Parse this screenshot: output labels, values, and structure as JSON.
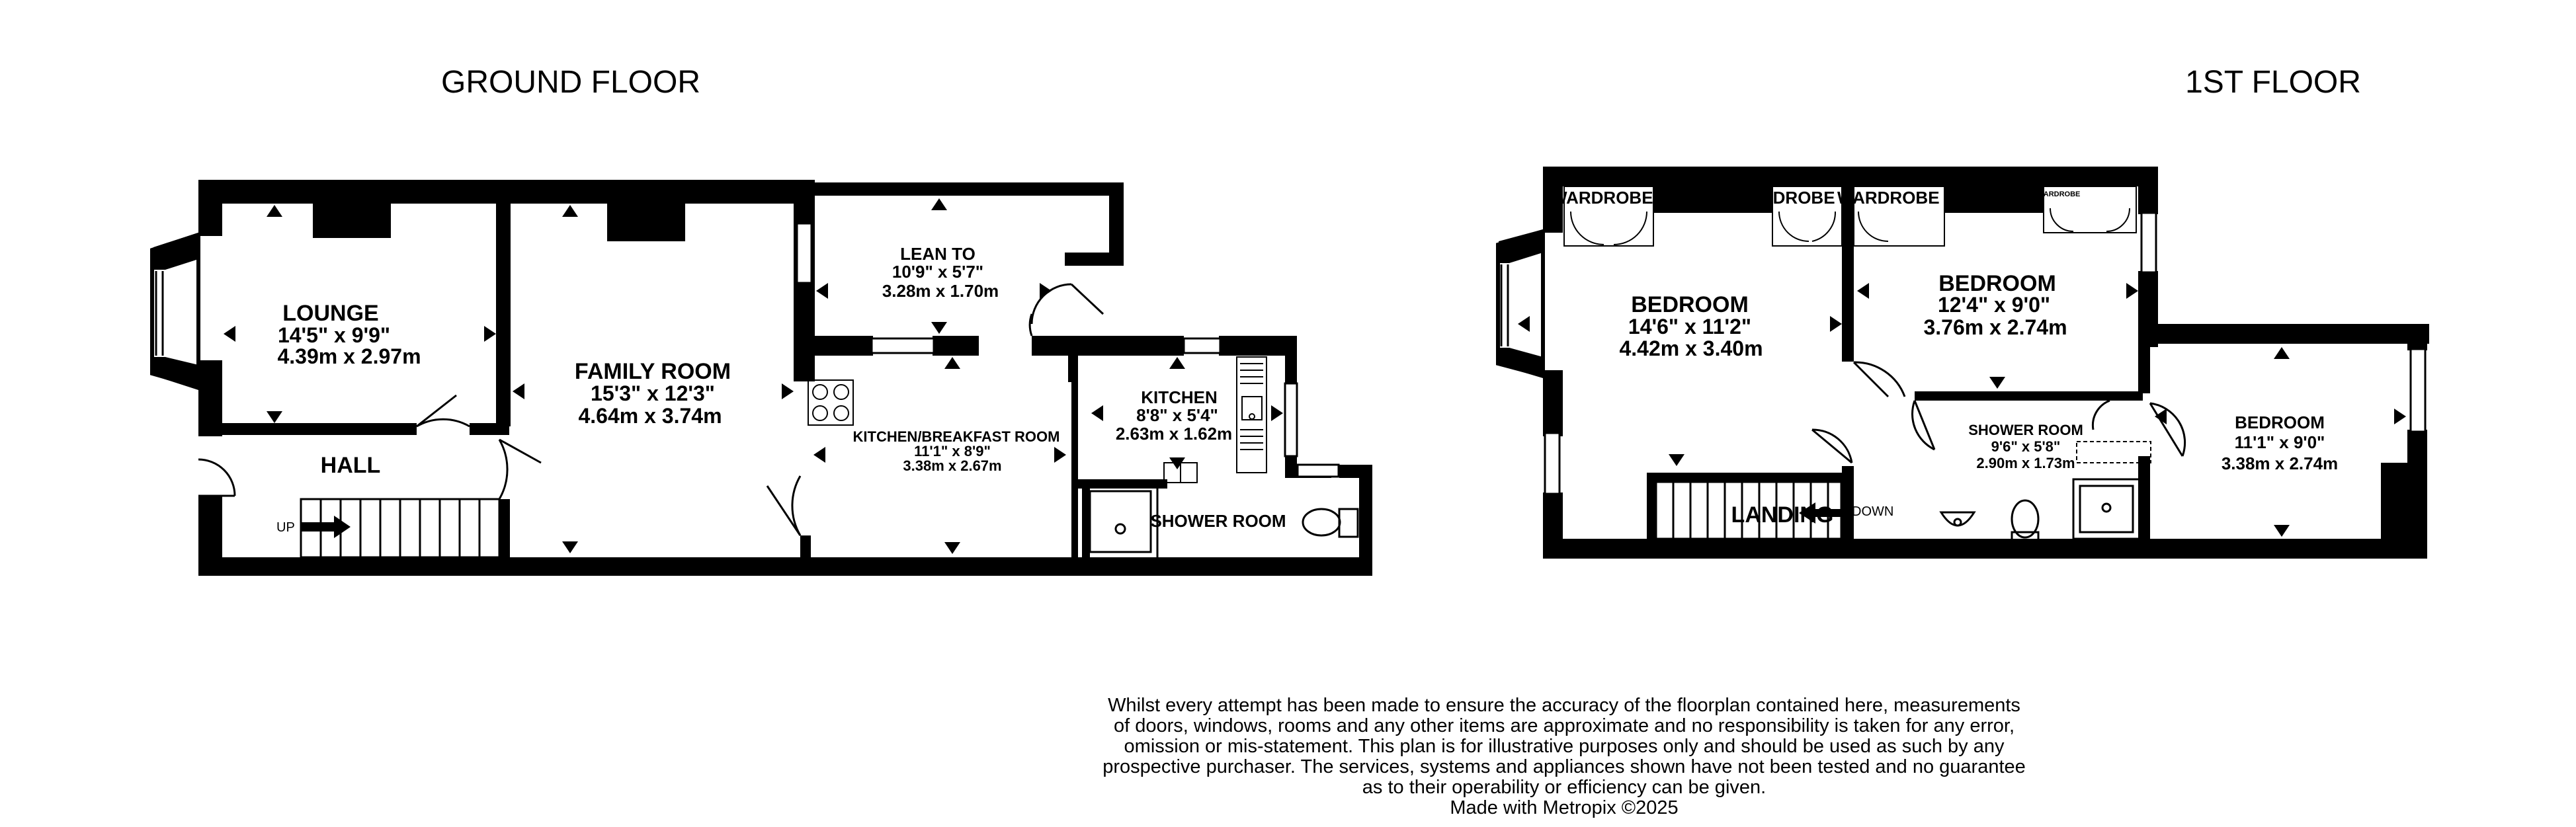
{
  "floors": {
    "ground": {
      "title": "GROUND FLOOR",
      "rooms": {
        "lounge": {
          "name": "LOUNGE",
          "imperial": "14'5\"  x 9'9\"",
          "metric": "4.39m  x 2.97m"
        },
        "family_room": {
          "name": "FAMILY ROOM",
          "imperial": "15'3\"  x 12'3\"",
          "metric": "4.64m  x 3.74m"
        },
        "lean_to": {
          "name": "LEAN TO",
          "imperial": "10'9\"  x 5'7\"",
          "metric": "3.28m  x 1.70m"
        },
        "kitchen_breakfast": {
          "name": "KITCHEN/BREAKFAST ROOM",
          "imperial": "11'1\"  x 8'9\"",
          "metric": "3.38m  x 2.67m"
        },
        "kitchen": {
          "name": "KITCHEN",
          "imperial": "8'8\"  x 5'4\"",
          "metric": "2.63m  x 1.62m"
        },
        "shower_room": {
          "name": "SHOWER ROOM"
        },
        "hall": {
          "name": "HALL"
        }
      },
      "stair_label": "UP"
    },
    "first": {
      "title": "1ST FLOOR",
      "rooms": {
        "bedroom_1": {
          "name": "BEDROOM",
          "imperial": "14'6\"  x 11'2\"",
          "metric": "4.42m  x 3.40m"
        },
        "bedroom_2": {
          "name": "BEDROOM",
          "imperial": "12'4\"  x 9'0\"",
          "metric": "3.76m  x 2.74m"
        },
        "bedroom_3": {
          "name": "BEDROOM",
          "imperial": "11'1\"  x 9'0\"",
          "metric": "3.38m  x 2.74m"
        },
        "shower_room": {
          "name": "SHOWER ROOM",
          "imperial": "9'6\"  x 5'8\"",
          "metric": "2.90m  x 1.73m"
        },
        "landing": {
          "name": "LANDING"
        }
      },
      "wardrobe_label": "WARDROBE",
      "wardrobe_label_small": "WARDROBE",
      "stair_label": "DOWN"
    }
  },
  "disclaimer": {
    "lines": [
      "Whilst every attempt has been made to ensure the accuracy of the floorplan contained here, measurements",
      "of doors, windows, rooms and any other items are approximate and no responsibility is taken for any error,",
      "omission or mis-statement. This plan is for illustrative purposes only and should be used as such by any",
      "prospective purchaser. The services, systems and appliances shown have not been tested and no guarantee",
      "as to their operability or efficiency can be given."
    ],
    "credit": "Made with Metropix ©2025"
  },
  "colors": {
    "wall": "#000000",
    "background": "#ffffff",
    "window": "#ffffff"
  }
}
